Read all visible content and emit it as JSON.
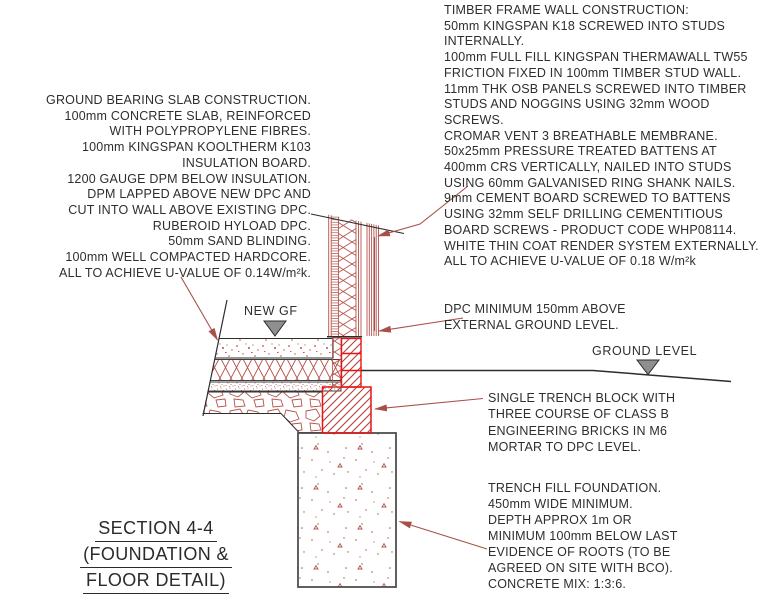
{
  "drawing_title": {
    "line1": "SECTION 4-4",
    "line2": "(FOUNDATION &",
    "line3": "FLOOR DETAIL)"
  },
  "annotations": {
    "timber_frame_wall": "TIMBER FRAME WALL CONSTRUCTION:\n50mm KINGSPAN K18 SCREWED INTO STUDS\nINTERNALLY.\n100mm FULL FILL KINGSPAN THERMAWALL TW55\nFRICTION FIXED IN 100mm TIMBER STUD WALL.\n11mm THK OSB PANELS SCREWED INTO TIMBER\nSTUDS AND NOGGINS USING 32mm WOOD\nSCREWS.\nCROMAR VENT 3 BREATHABLE MEMBRANE.\n50x25mm PRESSURE TREATED BATTENS AT\n400mm CRS VERTICALLY, NAILED INTO STUDS\nUSING 60mm GALVANISED RING SHANK NAILS.\n9mm CEMENT BOARD SCREWED TO BATTENS\nUSING 32mm SELF DRILLING CEMENTITIOUS\nBOARD SCREWS - PRODUCT CODE WHP08114.\nWHITE THIN COAT RENDER SYSTEM EXTERNALLY.\nALL TO ACHIEVE U-VALUE OF 0.18 W/m²k",
    "ground_bearing_slab": "GROUND BEARING SLAB CONSTRUCTION.\n100mm CONCRETE SLAB, REINFORCED\nWITH POLYPROPYLENE FIBRES.\n100mm KINGSPAN KOOLTHERM K103\nINSULATION BOARD.\n1200 GAUGE DPM BELOW INSULATION.\nDPM LAPPED ABOVE NEW DPC AND\nCUT INTO WALL ABOVE EXISTING DPC.\nRUBEROID HYLOAD DPC.\n50mm SAND BLINDING.\n100mm WELL COMPACTED HARDCORE.\nALL TO ACHIEVE U-VALUE OF 0.14W/m²k.",
    "dpc_note": "DPC MINIMUM 150mm ABOVE\nEXTERNAL GROUND LEVEL.",
    "trench_block_note": "SINGLE TRENCH BLOCK WITH\nTHREE COURSE OF CLASS B\nENGINEERING BRICKS IN M6\nMORTAR TO DPC LEVEL.",
    "foundation_note": "TRENCH FILL FOUNDATION.\n450mm WIDE MINIMUM.\nDEPTH APPROX 1m OR\nMINIMUM 100mm BELOW LAST\nEVIDENCE OF ROOTS (TO BE\nAGREED ON SITE WITH BCO).\nCONCRETE MIX: 1:3:6."
  },
  "labels": {
    "new_gf": "NEW GF",
    "ground_level": "GROUND LEVEL"
  },
  "colors": {
    "line_dark": "#2d2d2d",
    "hatch_red": "#b5524b",
    "leader_red": "#a85048",
    "bright_red": "#e81414",
    "level_marker_grey": "#8f8f8f",
    "background": "#ffffff"
  }
}
